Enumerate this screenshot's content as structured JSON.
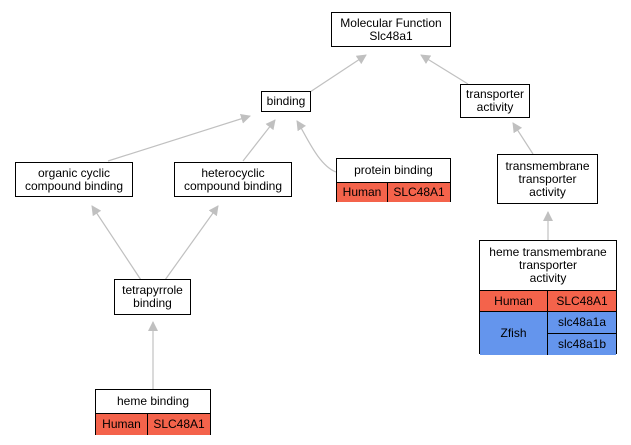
{
  "nodes": {
    "molecular_function": {
      "line1": "Molecular Function",
      "line2": "Slc48a1"
    },
    "binding": {
      "label": "binding"
    },
    "transporter_activity": {
      "line1": "transporter",
      "line2": "activity"
    },
    "organic_cyclic": {
      "line1": "organic cyclic",
      "line2": "compound binding"
    },
    "heterocyclic": {
      "line1": "heterocyclic",
      "line2": "compound binding"
    },
    "protein_binding": {
      "title": "protein binding",
      "species": "Human",
      "gene": "SLC48A1"
    },
    "transmembrane": {
      "line1": "transmembrane",
      "line2": "transporter",
      "line3": "activity"
    },
    "tetrapyrrole": {
      "line1": "tetrapyrrole",
      "line2": "binding"
    },
    "heme_transmembrane": {
      "line1": "heme transmembrane",
      "line2": "transporter",
      "line3": "activity",
      "human_species": "Human",
      "human_gene": "SLC48A1",
      "zfish_species": "Zfish",
      "zfish_gene_a": "slc48a1a",
      "zfish_gene_b": "slc48a1b"
    },
    "heme_binding": {
      "title": "heme binding",
      "species": "Human",
      "gene": "SLC48A1"
    }
  },
  "colors": {
    "human": "#f4634b",
    "zfish": "#6495ed",
    "edge": "#c0c0c0"
  }
}
